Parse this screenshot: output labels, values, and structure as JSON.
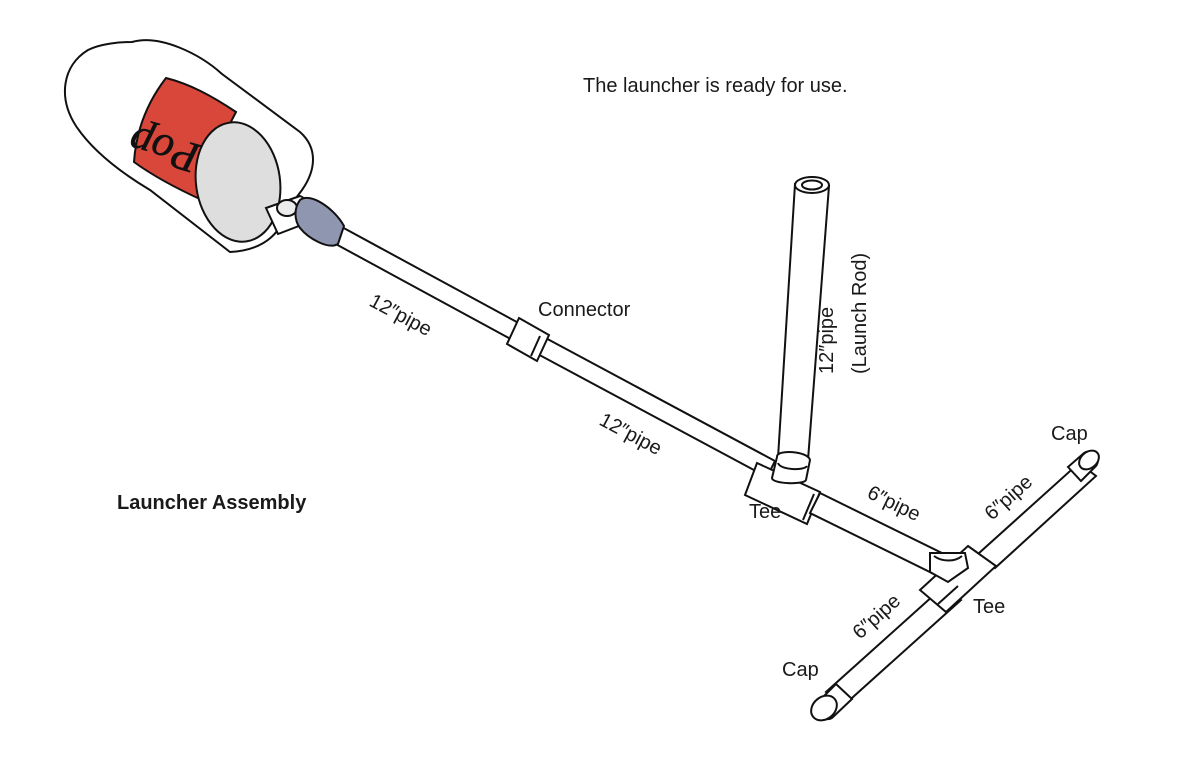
{
  "caption": "The launcher is ready for use.",
  "title": "Launcher Assembly",
  "bottle_label": "Pop",
  "labels": {
    "pipe_upper": "12″pipe",
    "connector": "Connector",
    "pipe_lower": "12″pipe",
    "launch_rod_line1": "12″pipe",
    "launch_rod_line2": "(Launch Rod)",
    "tee_left": "Tee",
    "pipe_6_middle": "6″pipe",
    "pipe_6_upper": "6″pipe",
    "cap_top": "Cap",
    "tee_right": "Tee",
    "pipe_6_lower": "6″pipe",
    "cap_bottom": "Cap"
  },
  "colors": {
    "bottle_band": "#d9473a",
    "nozzle_cap": "#8e96b0",
    "nozzle_tip": "#ececec",
    "bottle_base": "#dedede"
  }
}
